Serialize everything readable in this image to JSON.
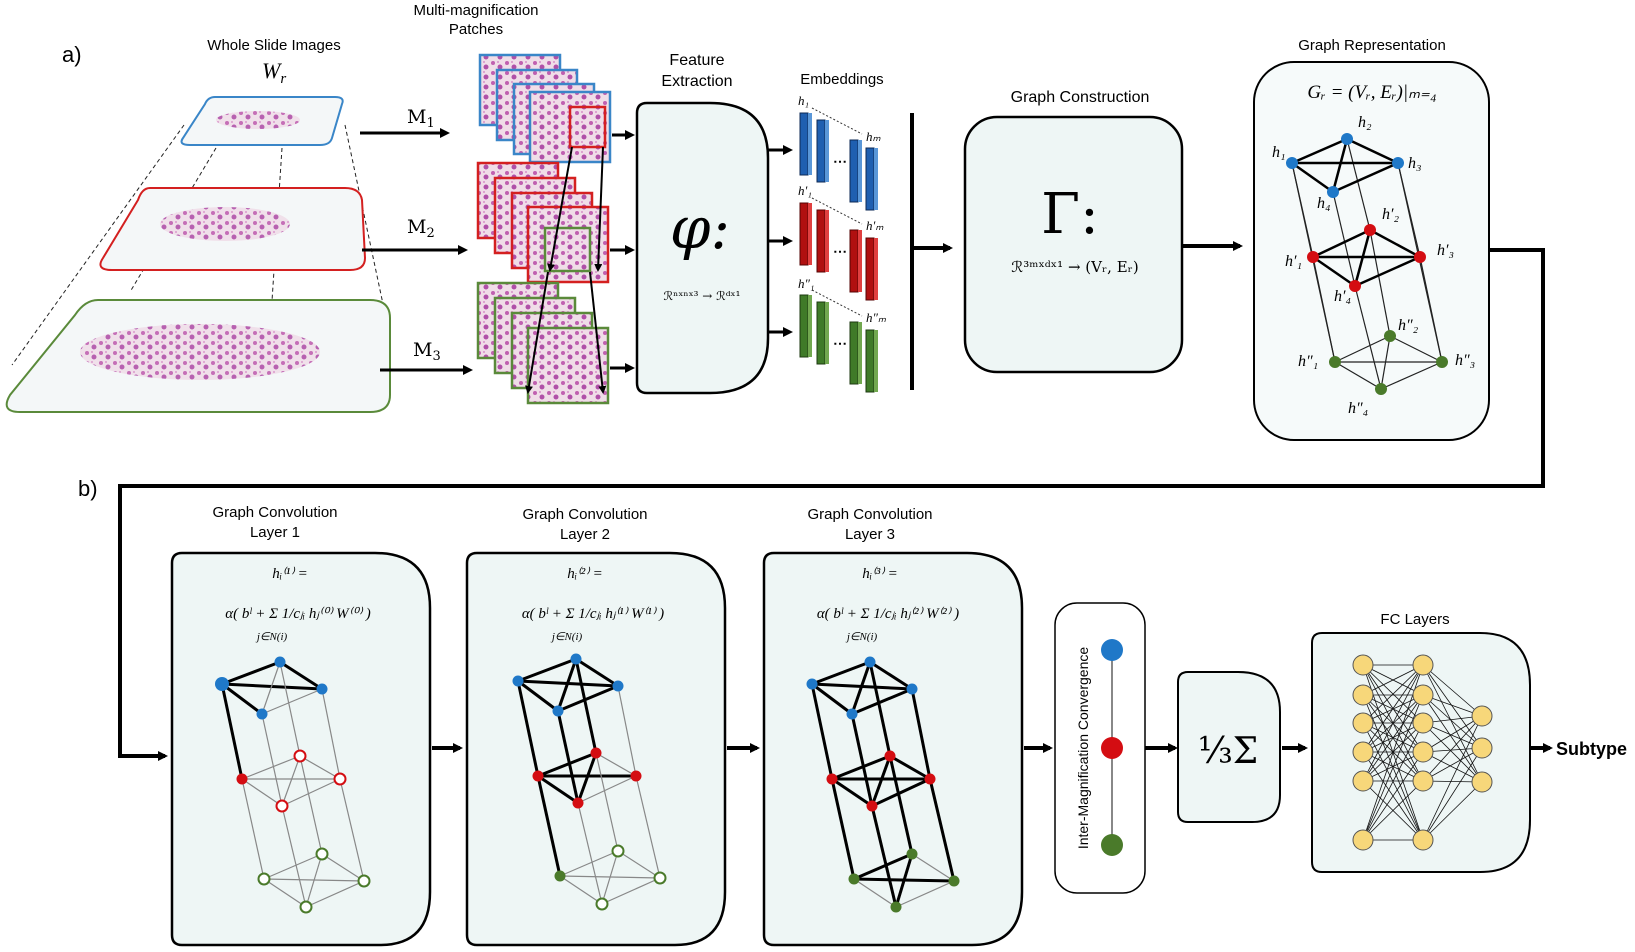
{
  "panel_labels": {
    "a": "a)",
    "b": "b)"
  },
  "section_a": {
    "wsi_title": "Whole Slide Images",
    "wsi_symbol": "W",
    "wsi_symbol_sub": "r",
    "magnifications": [
      {
        "label": "M",
        "sub": "1",
        "color": "#3a86c8"
      },
      {
        "label": "M",
        "sub": "2",
        "color": "#d42020"
      },
      {
        "label": "M",
        "sub": "3",
        "color": "#5a8a3a"
      }
    ],
    "patches_title_line1": "Multi-magnification",
    "patches_title_line2": "Patches",
    "feature_extraction_line1": "Feature",
    "feature_extraction_line2": "Extraction",
    "phi_symbol": "φ:",
    "phi_mapping": "ℛⁿˣⁿˣ³ → ℛᵈˣ¹",
    "embeddings_title": "Embeddings",
    "embedding_labels": [
      "h₁",
      "hₘ",
      "h′₁",
      "h′ₘ",
      "h″₁",
      "h″ₘ"
    ],
    "graph_construction_title": "Graph Construction",
    "gamma_symbol": "Γ:",
    "gamma_mapping": "ℛ³ᵐˣᵈˣ¹ → (Vᵣ, Eᵣ)",
    "graph_rep_title": "Graph Representation",
    "graph_rep_formula": "Gᵣ = (Vᵣ, Eᵣ)|ₘ₌₄",
    "node_labels": {
      "blue": [
        "h₁",
        "h₂",
        "h₃",
        "h₄"
      ],
      "red": [
        "h′₁",
        "h′₂",
        "h′₃",
        "h′₄"
      ],
      "green": [
        "h″₁",
        "h″₂",
        "h″₃",
        "h″₄"
      ]
    }
  },
  "section_b": {
    "gc_layers": [
      {
        "title_line1": "Graph Convolution",
        "title_line2": "Layer 1",
        "formula_head": "hᵢ⁽¹⁾ =",
        "formula_body": "α( bˡ + Σ 1/cⱼᵢ hⱼ⁽⁰⁾ W⁽⁰⁾ )"
      },
      {
        "title_line1": "Graph Convolution",
        "title_line2": "Layer 2",
        "formula_head": "hᵢ⁽²⁾ =",
        "formula_body": "α( bˡ + Σ 1/cⱼᵢ hⱼ⁽¹⁾ W⁽¹⁾ )"
      },
      {
        "title_line1": "Graph Convolution",
        "title_line2": "Layer 3",
        "formula_head": "hᵢ⁽³⁾ =",
        "formula_body": "α( bˡ + Σ 1/cⱼᵢ hⱼ⁽²⁾ W⁽²⁾ )"
      }
    ],
    "sum_subscript": "j∈N(i)",
    "convergence_label": "Inter-Magnification Convergence",
    "average_symbol": "⅓Σ",
    "fc_title": "FC Layers",
    "output_label": "Subtype"
  },
  "colors": {
    "blue": "#1f78c8",
    "red": "#d40d12",
    "green": "#4a7a2a",
    "box_fill": "#eef6f5",
    "neuron_fill": "#f7d77a"
  }
}
